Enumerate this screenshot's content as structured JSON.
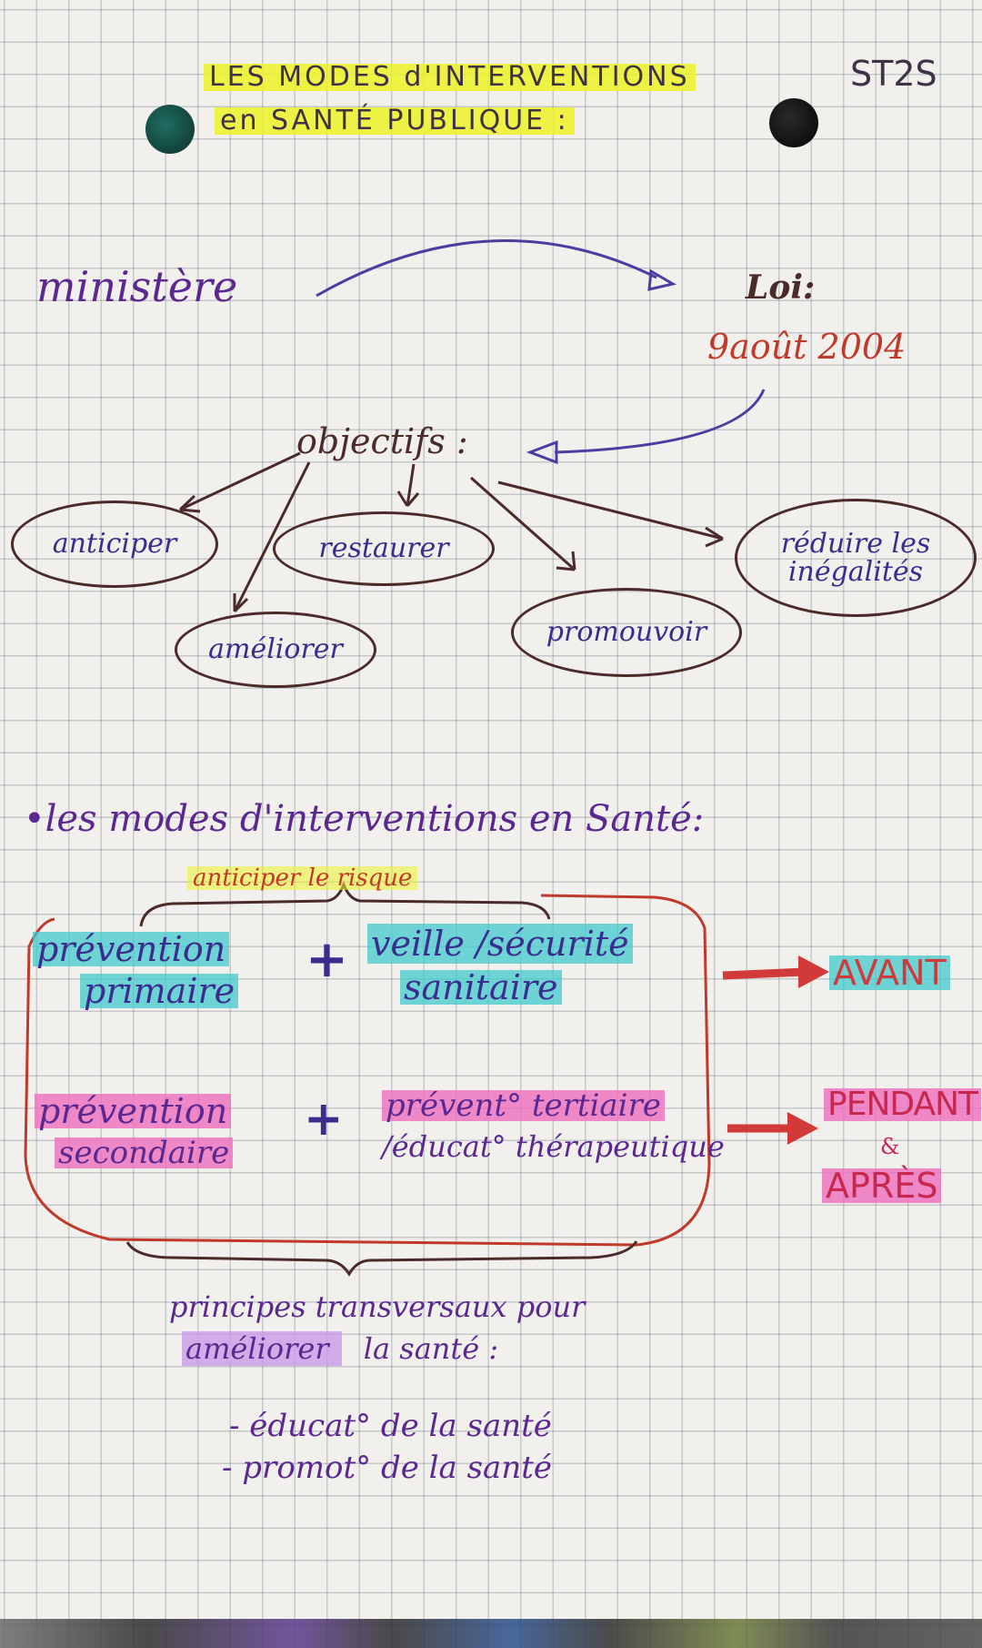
{
  "header": {
    "title_line1": "LES MODES d'INTERVENTIONS",
    "title_line2": "en SANTÉ PUBLIQUE :",
    "class_tag": "ST2S"
  },
  "top": {
    "ministere": "ministère",
    "loi": "Loi:",
    "loi_date": "9août 2004",
    "objectifs": "objectifs :"
  },
  "objectives": {
    "anticiper": "anticiper",
    "restaurer": "restaurer",
    "reduire_line1": "réduire les",
    "reduire_line2": "inégalités",
    "ameliorer": "améliorer",
    "promouvoir": "promouvoir"
  },
  "section": {
    "heading": "les modes d'interventions en Santé:",
    "anticiper_risque": "anticiper le risque"
  },
  "box": {
    "prev_primaire_line1": "prévention",
    "prev_primaire_line2": "primaire",
    "plus1": "+",
    "veille_line1": "veille /sécurité",
    "veille_line2": "sanitaire",
    "prev_secondaire_line1": "prévention",
    "prev_secondaire_line2": "secondaire",
    "plus2": "+",
    "tertiaire_line1": "prévent° tertiaire",
    "tertiaire_line2": "/éducat° thérapeutique"
  },
  "timing": {
    "avant": "AVANT",
    "pendant": "PENDANT",
    "et": "&",
    "apres": "APRÈS"
  },
  "principes": {
    "line1": "principes transversaux pour",
    "line2_hl": "améliorer",
    "line2_rest": "la santé :",
    "item1": "- éducat° de la santé",
    "item2": "- promot° de la santé"
  },
  "colors": {
    "ink_blue": "#3a2d8e",
    "ink_brown": "#4b2a2a",
    "ink_red": "#c0392b",
    "highlight_yellow": "#ecf228",
    "highlight_cyan": "#40c9cd",
    "highlight_pink": "#ef6ebe",
    "highlight_lavender": "#ca9be8"
  }
}
